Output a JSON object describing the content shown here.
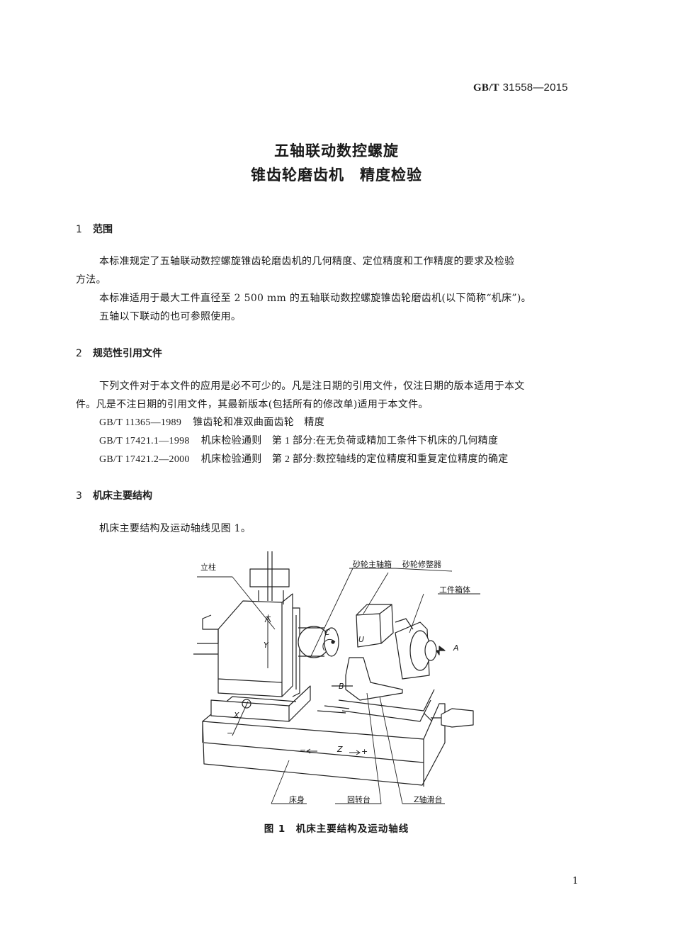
{
  "header": {
    "standard_prefix": "GB/T",
    "standard_number": "31558—2015"
  },
  "title": {
    "line1": "五轴联动数控螺旋",
    "line2": "锥齿轮磨齿机　精度检验"
  },
  "sections": [
    {
      "number": "1",
      "heading": "范围",
      "paragraphs": [
        "本标准规定了五轴联动数控螺旋锥齿轮磨齿机的几何精度、定位精度和工作精度的要求及检验",
        "方法。",
        "本标准适用于最大工件直径至 2 500 mm 的五轴联动数控螺旋锥齿轮磨齿机(以下简称“机床”)。",
        "五轴以下联动的也可参照使用。"
      ]
    },
    {
      "number": "2",
      "heading": "规范性引用文件",
      "paragraphs": [
        "下列文件对于本文件的应用是必不可少的。凡是注日期的引用文件，仅注日期的版本适用于本文",
        "件。凡是不注日期的引用文件，其最新版本(包括所有的修改单)适用于本文件。"
      ],
      "references": [
        {
          "code": "GB/T 11365—1989",
          "title": "锥齿轮和准双曲面齿轮　精度"
        },
        {
          "code": "GB/T 17421.1—1998",
          "title": "机床检验通则　第 1 部分:在无负荷或精加工条件下机床的几何精度"
        },
        {
          "code": "GB/T 17421.2—2000",
          "title": "机床检验通则　第 2 部分:数控轴线的定位精度和重复定位精度的确定"
        }
      ]
    },
    {
      "number": "3",
      "heading": "机床主要结构",
      "paragraphs": [
        "机床主要结构及运动轴线见图 1。"
      ]
    }
  ],
  "figure": {
    "labels": {
      "column": "立柱",
      "wheel_spindle_box": "砂轮主轴箱",
      "wheel_dresser": "砂轮修整器",
      "workpiece_box": "工件箱体",
      "bed": "床身",
      "rotary_table": "回转台",
      "z_slide": "Z轴滑台"
    },
    "axes": {
      "x": "X",
      "y": "Y",
      "z": "Z",
      "a": "A",
      "b": "B",
      "c": "C",
      "u": "U",
      "plus": "+",
      "minus": "−"
    },
    "caption": "图 1　机床主要结构及运动轴线"
  },
  "footer": {
    "page_number": "1"
  }
}
